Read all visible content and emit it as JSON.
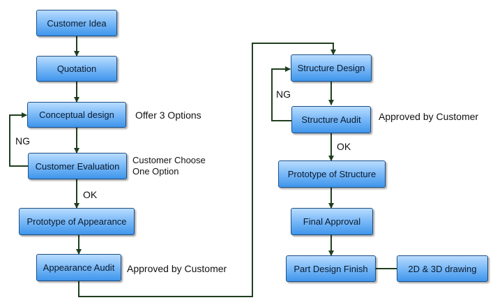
{
  "nodes": {
    "customer_idea": "Customer Idea",
    "quotation": "Quotation",
    "conceptual_design": "Conceptual design",
    "customer_evaluation": "Customer Evaluation",
    "prototype_appearance": "Prototype of Appearance",
    "appearance_audit": "Appearance Audit",
    "structure_design": "Structure Design",
    "structure_audit": "Structure Audit",
    "prototype_structure": "Prototype of Structure",
    "final_approval": "Final Approval",
    "part_design_finish": "Part Design Finish",
    "drawing": "2D & 3D drawing"
  },
  "notes": {
    "offer_options": "Offer 3 Options",
    "customer_choose_line1": "Customer Choose",
    "customer_choose_line2": "One Option",
    "approved_appearance": "Approved by Customer",
    "approved_structure": "Approved by Customer"
  },
  "edge_labels": {
    "ng_left": "NG",
    "ok_left": "OK",
    "ng_right": "NG",
    "ok_right": "OK"
  },
  "colors": {
    "line": "#1f3f1f",
    "box_border": "#1b4f86"
  }
}
